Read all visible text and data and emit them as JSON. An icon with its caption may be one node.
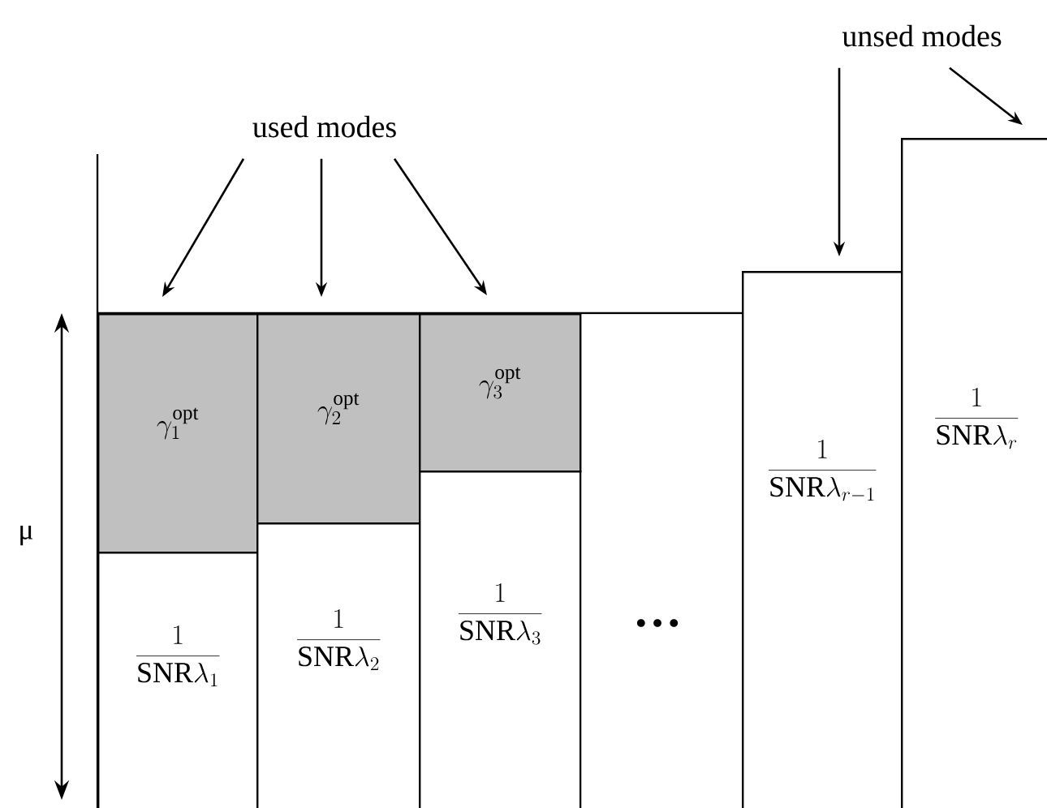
{
  "diagram": {
    "nodes": [
      {
        "text": [
          "used modes"
        ]
      },
      {
        "text": [
          "unsed modes"
        ]
      },
      {
        "text": [
          "\\gamma_1^{\\mathrm{opt}}"
        ]
      },
      {
        "text": [
          "\\gamma_2^{\\mathrm{opt}}"
        ]
      },
      {
        "text": [
          "\\gamma_3^{\\mathrm{opt}}"
        ]
      },
      {
        "text": [
          "\\frac{1}{\\mathrm{SNR}\\lambda_1}"
        ]
      },
      {
        "text": [
          "\\frac{1}{\\mathrm{SNR}\\lambda_2}"
        ]
      },
      {
        "text": [
          "\\frac{1}{\\mathrm{SNR}\\lambda_3}"
        ]
      },
      {
        "text": [
          "\\frac{1}{\\mathrm{SNR}\\lambda_{r-1}}"
        ]
      },
      {
        "text": [
          "\\frac{1}{\\mathrm{SNR}\\lambda_r}"
        ]
      }
    ],
    "edges": [
      {
        "from": 0,
        "to": 2,
        "arrow": "to"
      },
      {
        "from": 0,
        "to": 3,
        "arrow": "to"
      },
      {
        "from": 0,
        "to": 4,
        "arrow": "to"
      },
      {
        "from": 1,
        "to": 8,
        "arrow": "to"
      },
      {
        "from": 1,
        "to": 9,
        "arrow": "to"
      }
    ],
    "labels": [
      "μ",
      "…"
    ]
  }
}
